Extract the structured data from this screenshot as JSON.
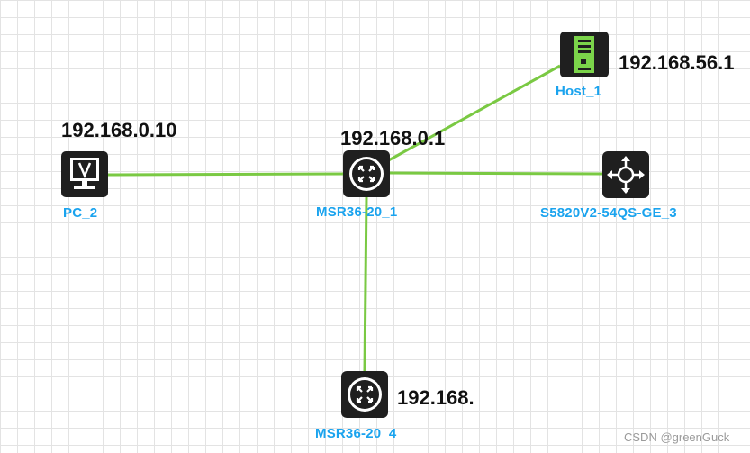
{
  "link_color": "#7ac943",
  "label_color": "#1aa3ee",
  "devices": {
    "pc": {
      "name": "PC_2",
      "ip": "192.168.0.10",
      "icon": "pc-monitor-icon"
    },
    "router1": {
      "name": "MSR36-20_1",
      "ip": "192.168.0.1",
      "icon": "router-icon"
    },
    "host": {
      "name": "Host_1",
      "ip": "192.168.56.1",
      "icon": "server-icon"
    },
    "switch": {
      "name": "S5820V2-54QS-GE_3",
      "icon": "l3-switch-icon"
    },
    "router4": {
      "name": "MSR36-20_4",
      "ip": "192.168.",
      "icon": "router-icon"
    }
  },
  "watermark": "CSDN @greenGuck"
}
